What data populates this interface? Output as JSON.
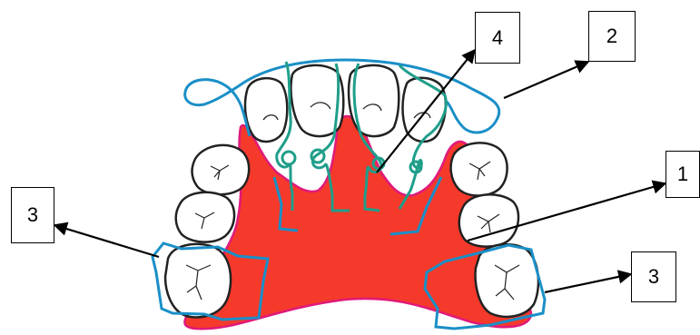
{
  "labels": {
    "box_1": "1",
    "box_2": "2",
    "box_3_left": "3",
    "box_3_right": "3",
    "box_4": "4"
  },
  "colors": {
    "base_plate": "#f5392b",
    "base_outline": "#e0197b",
    "wire_blue": "#1a8fc7",
    "spring_green": "#1f9e8a",
    "tooth_outline": "#222222",
    "arrow": "#000000"
  }
}
